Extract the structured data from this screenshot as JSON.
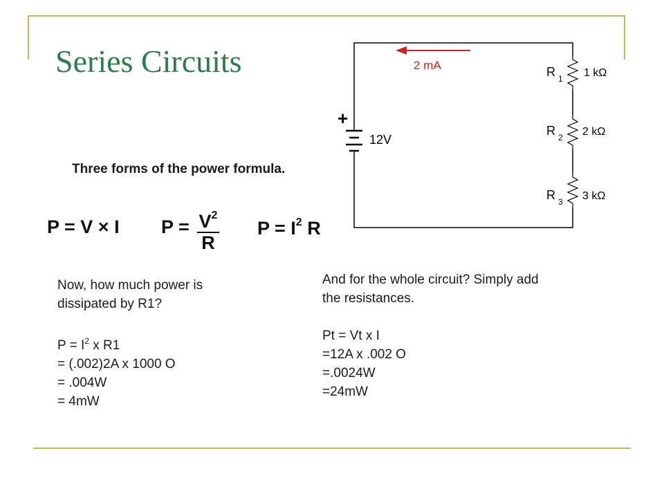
{
  "slide": {
    "title": "Series Circuits",
    "accent_color": "#2e7a4a",
    "frame_color": "#c8b560"
  },
  "diagram": {
    "current_label": "2 mA",
    "current_arrow_color": "#cc2222",
    "battery_plus": "+",
    "battery_voltage": "12V",
    "resistors": [
      {
        "name": "R",
        "sub": "1",
        "value": "1 kΩ"
      },
      {
        "name": "R",
        "sub": "2",
        "value": "2 kΩ"
      },
      {
        "name": "R",
        "sub": "3",
        "value": "3 kΩ"
      }
    ]
  },
  "formulas": {
    "caption": "Three forms of the power formula.",
    "p_vi": "P = V × I",
    "p_v2r_lhs": "P =",
    "p_v2r_num": "V",
    "p_v2r_num_exp": "2",
    "p_v2r_den": "R",
    "p_i2r_lhs": "P = I",
    "p_i2r_exp": "2",
    "p_i2r_rhs": " R"
  },
  "r1_power": {
    "question_line1": "Now, how much power is",
    "question_line2": "dissipated by R1?",
    "eq_lhs": "P = I",
    "eq_exp": "2",
    "eq_rhs": " x R1",
    "step1": "= (.002)2A x 1000 O",
    "step2": "= .004W",
    "step3": "= 4mW"
  },
  "circuit_power": {
    "question_line1": "And for the whole circuit? Simply add",
    "question_line2": "the resistances.",
    "eq": "Pt = Vt x I",
    "step1": "=12A x .002 O",
    "step2": "=.0024W",
    "step3": "=24mW"
  }
}
